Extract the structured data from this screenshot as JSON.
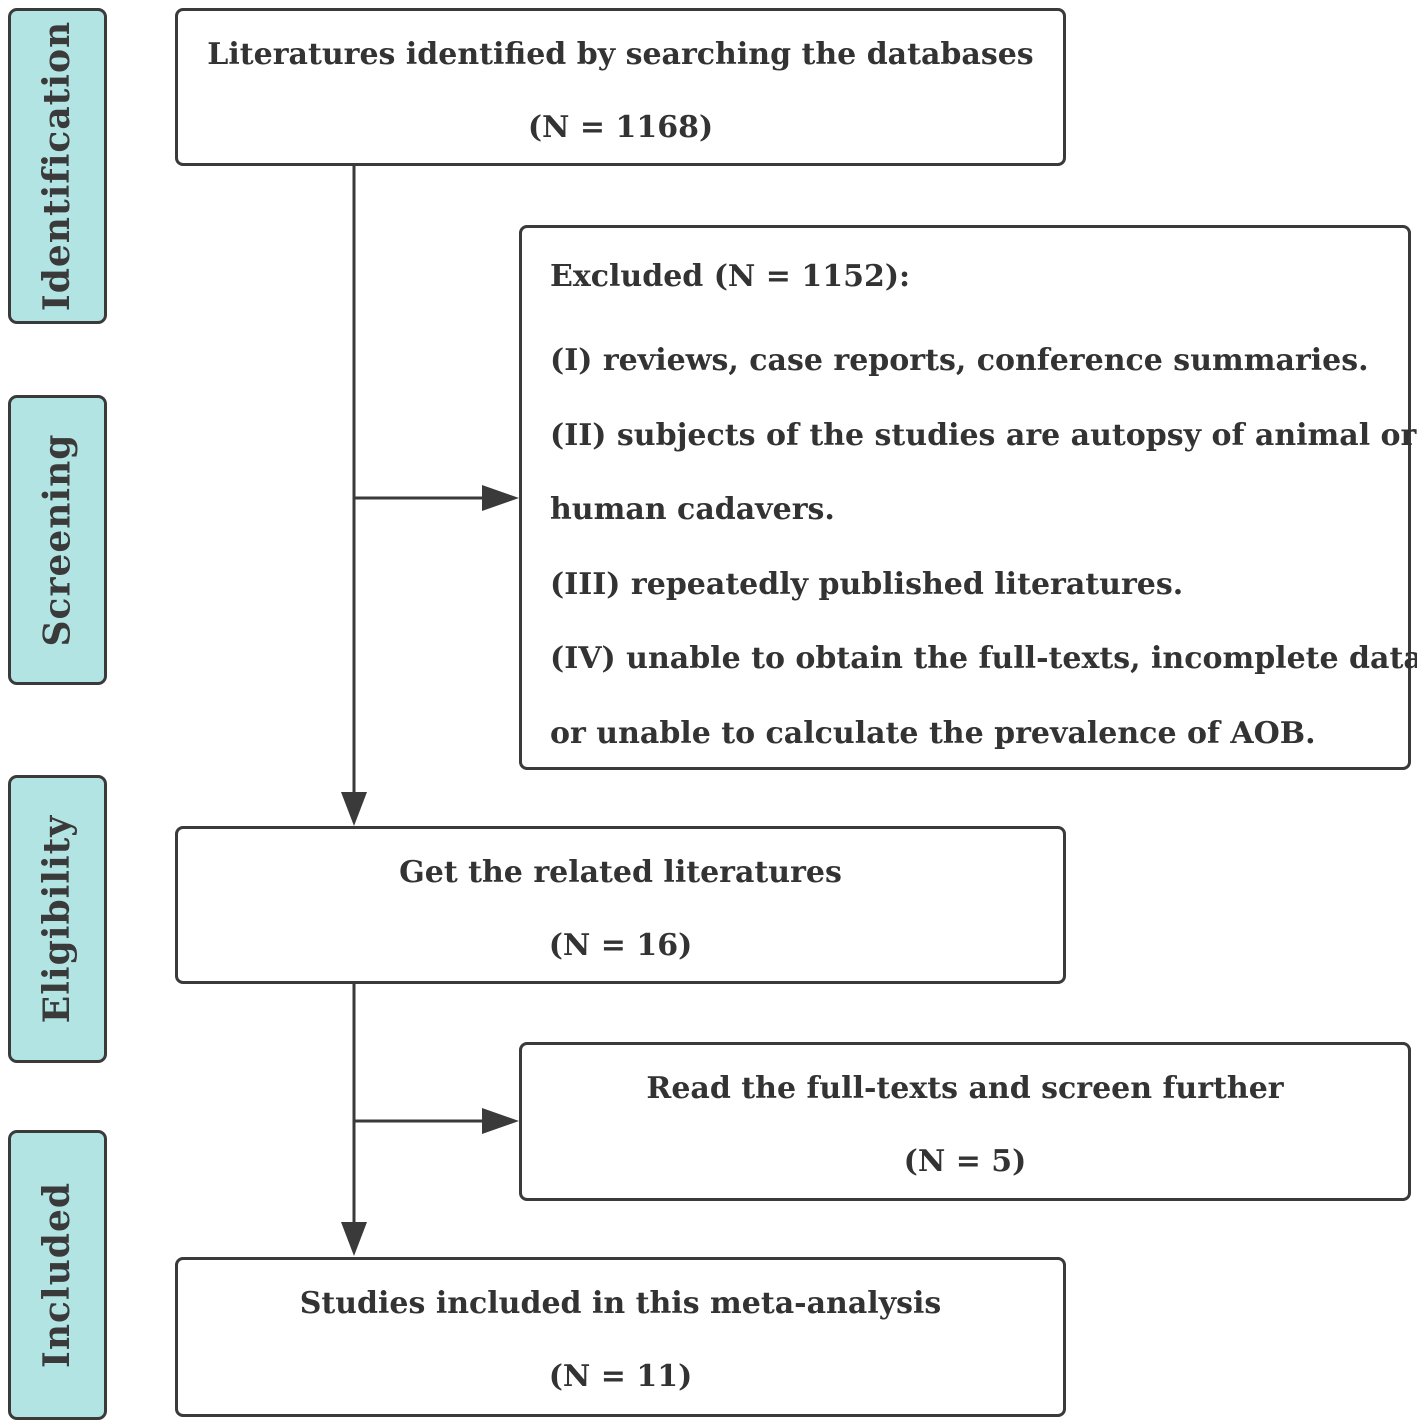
{
  "stages": [
    {
      "id": "identification",
      "label": "Identification"
    },
    {
      "id": "screening",
      "label": "Screening"
    },
    {
      "id": "eligibility",
      "label": "Eligibility"
    },
    {
      "id": "included",
      "label": "Included"
    }
  ],
  "boxes": {
    "identified": {
      "title": "Literatures identified by searching the databases",
      "count": "(N = 1168)"
    },
    "excluded": {
      "header": "Excluded (N = 1152):",
      "lines": [
        "(I) reviews, case reports, conference summaries.",
        "(II) subjects of the studies are autopsy of animal or",
        "human cadavers.",
        "(III) repeatedly published literatures.",
        "(IV) unable to obtain the full-texts, incomplete data,",
        "or unable to calculate the prevalence of AOB."
      ]
    },
    "related": {
      "title": "Get the related literatures",
      "count": "(N = 16)"
    },
    "fulltext": {
      "title": "Read the full-texts and screen further",
      "count": "(N = 5)"
    },
    "included": {
      "title": "Studies included in this meta-analysis",
      "count": "(N = 11)"
    }
  }
}
